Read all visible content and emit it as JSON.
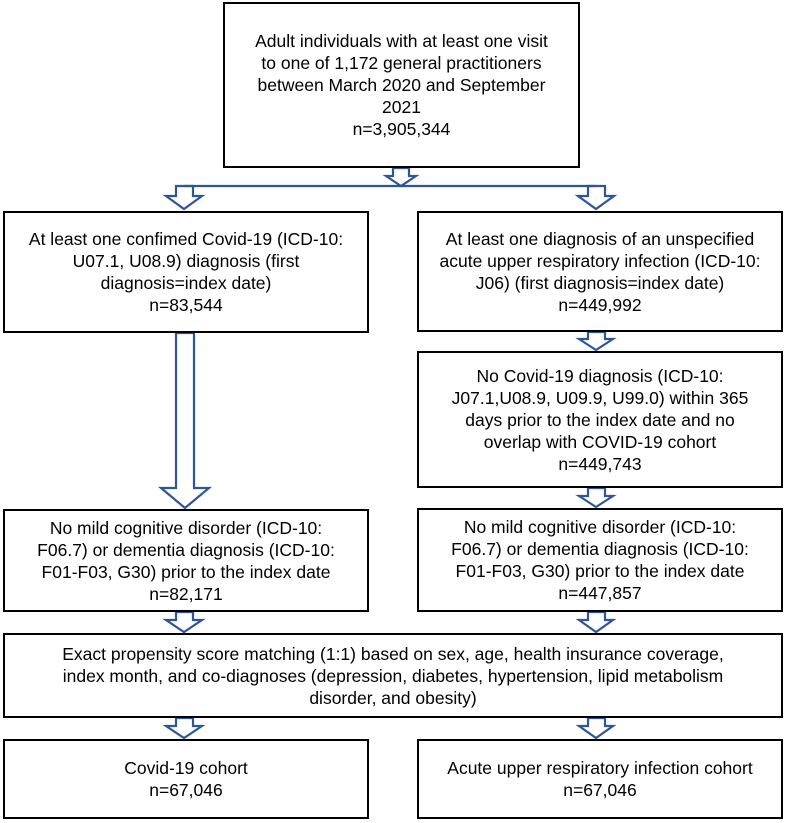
{
  "boxes": {
    "top": {
      "lines": [
        "Adult individuals with at least one visit",
        "to one of 1,172  general practitioners",
        "between March 2020 and September",
        "2021",
        "n=3,905,344"
      ]
    },
    "covid_dx": {
      "lines": [
        "At least one confimed Covid-19 (ICD-10:",
        "U07.1, U08.9) diagnosis (first",
        "diagnosis=index date)",
        "n=83,544"
      ]
    },
    "uri_dx": {
      "lines": [
        "At least one diagnosis of an unspecified",
        "acute upper respiratory infection (ICD-10:",
        "J06) (first diagnosis=index date)",
        "n=449,992"
      ]
    },
    "no_covid": {
      "lines": [
        "No Covid-19 diagnosis (ICD-10:",
        "J07.1,U08.9, U09.9, U99.0) within 365",
        "days prior to the index date and no",
        "overlap with COVID-19 cohort",
        "n=449,743"
      ]
    },
    "covid_no_mci": {
      "lines": [
        "No mild cognitive disorder (ICD-10:",
        "F06.7) or dementia diagnosis (ICD-10:",
        "F01-F03, G30)  prior to the index date",
        "n=82,171"
      ]
    },
    "uri_no_mci": {
      "lines": [
        "No mild cognitive disorder (ICD-10:",
        "F06.7) or dementia diagnosis (ICD-10:",
        "F01-F03, G30) prior to the index date",
        "n=447,857"
      ]
    },
    "matching": {
      "lines": [
        "Exact propensity score matching (1:1) based on sex, age, health insurance coverage,",
        "index month, and co-diagnoses (depression, diabetes, hypertension, lipid metabolism",
        "disorder, and obesity)"
      ]
    },
    "covid_cohort": {
      "lines": [
        "Covid-19 cohort",
        "n=67,046"
      ]
    },
    "uri_cohort": {
      "lines": [
        "Acute upper respiratory infection cohort",
        "n=67,046"
      ]
    }
  },
  "colors": {
    "arrow_stroke": "#2e5597",
    "box_border": "#000000"
  }
}
